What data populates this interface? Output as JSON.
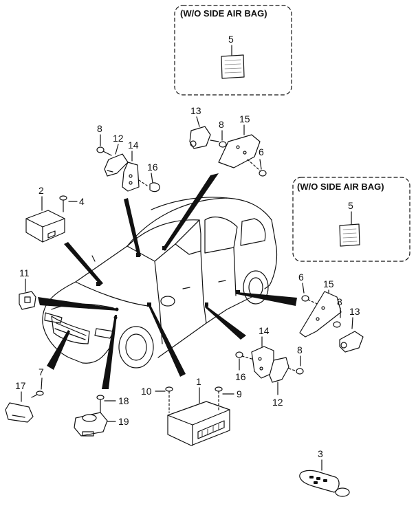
{
  "boxes": {
    "top_label": "(W/O SIDE AIR BAG)",
    "top_part": "5",
    "right_label": "(W/O SIDE AIR BAG)",
    "right_part": "5"
  },
  "callouts": {
    "c1": "1",
    "c2": "2",
    "c3": "3",
    "c4": "4",
    "c6a": "6",
    "c6b": "6",
    "c7": "7",
    "c8a": "8",
    "c8b": "8",
    "c8c": "8",
    "c8d": "8",
    "c9": "9",
    "c10": "10",
    "c11": "11",
    "c12a": "12",
    "c12b": "12",
    "c13a": "13",
    "c13b": "13",
    "c14a": "14",
    "c14b": "14",
    "c15a": "15",
    "c15b": "15",
    "c16a": "16",
    "c16b": "16",
    "c17": "17",
    "c18": "18",
    "c19": "19"
  },
  "colors": {
    "ink": "#111111",
    "paper": "#ffffff",
    "shade": "#cfcfcf"
  }
}
